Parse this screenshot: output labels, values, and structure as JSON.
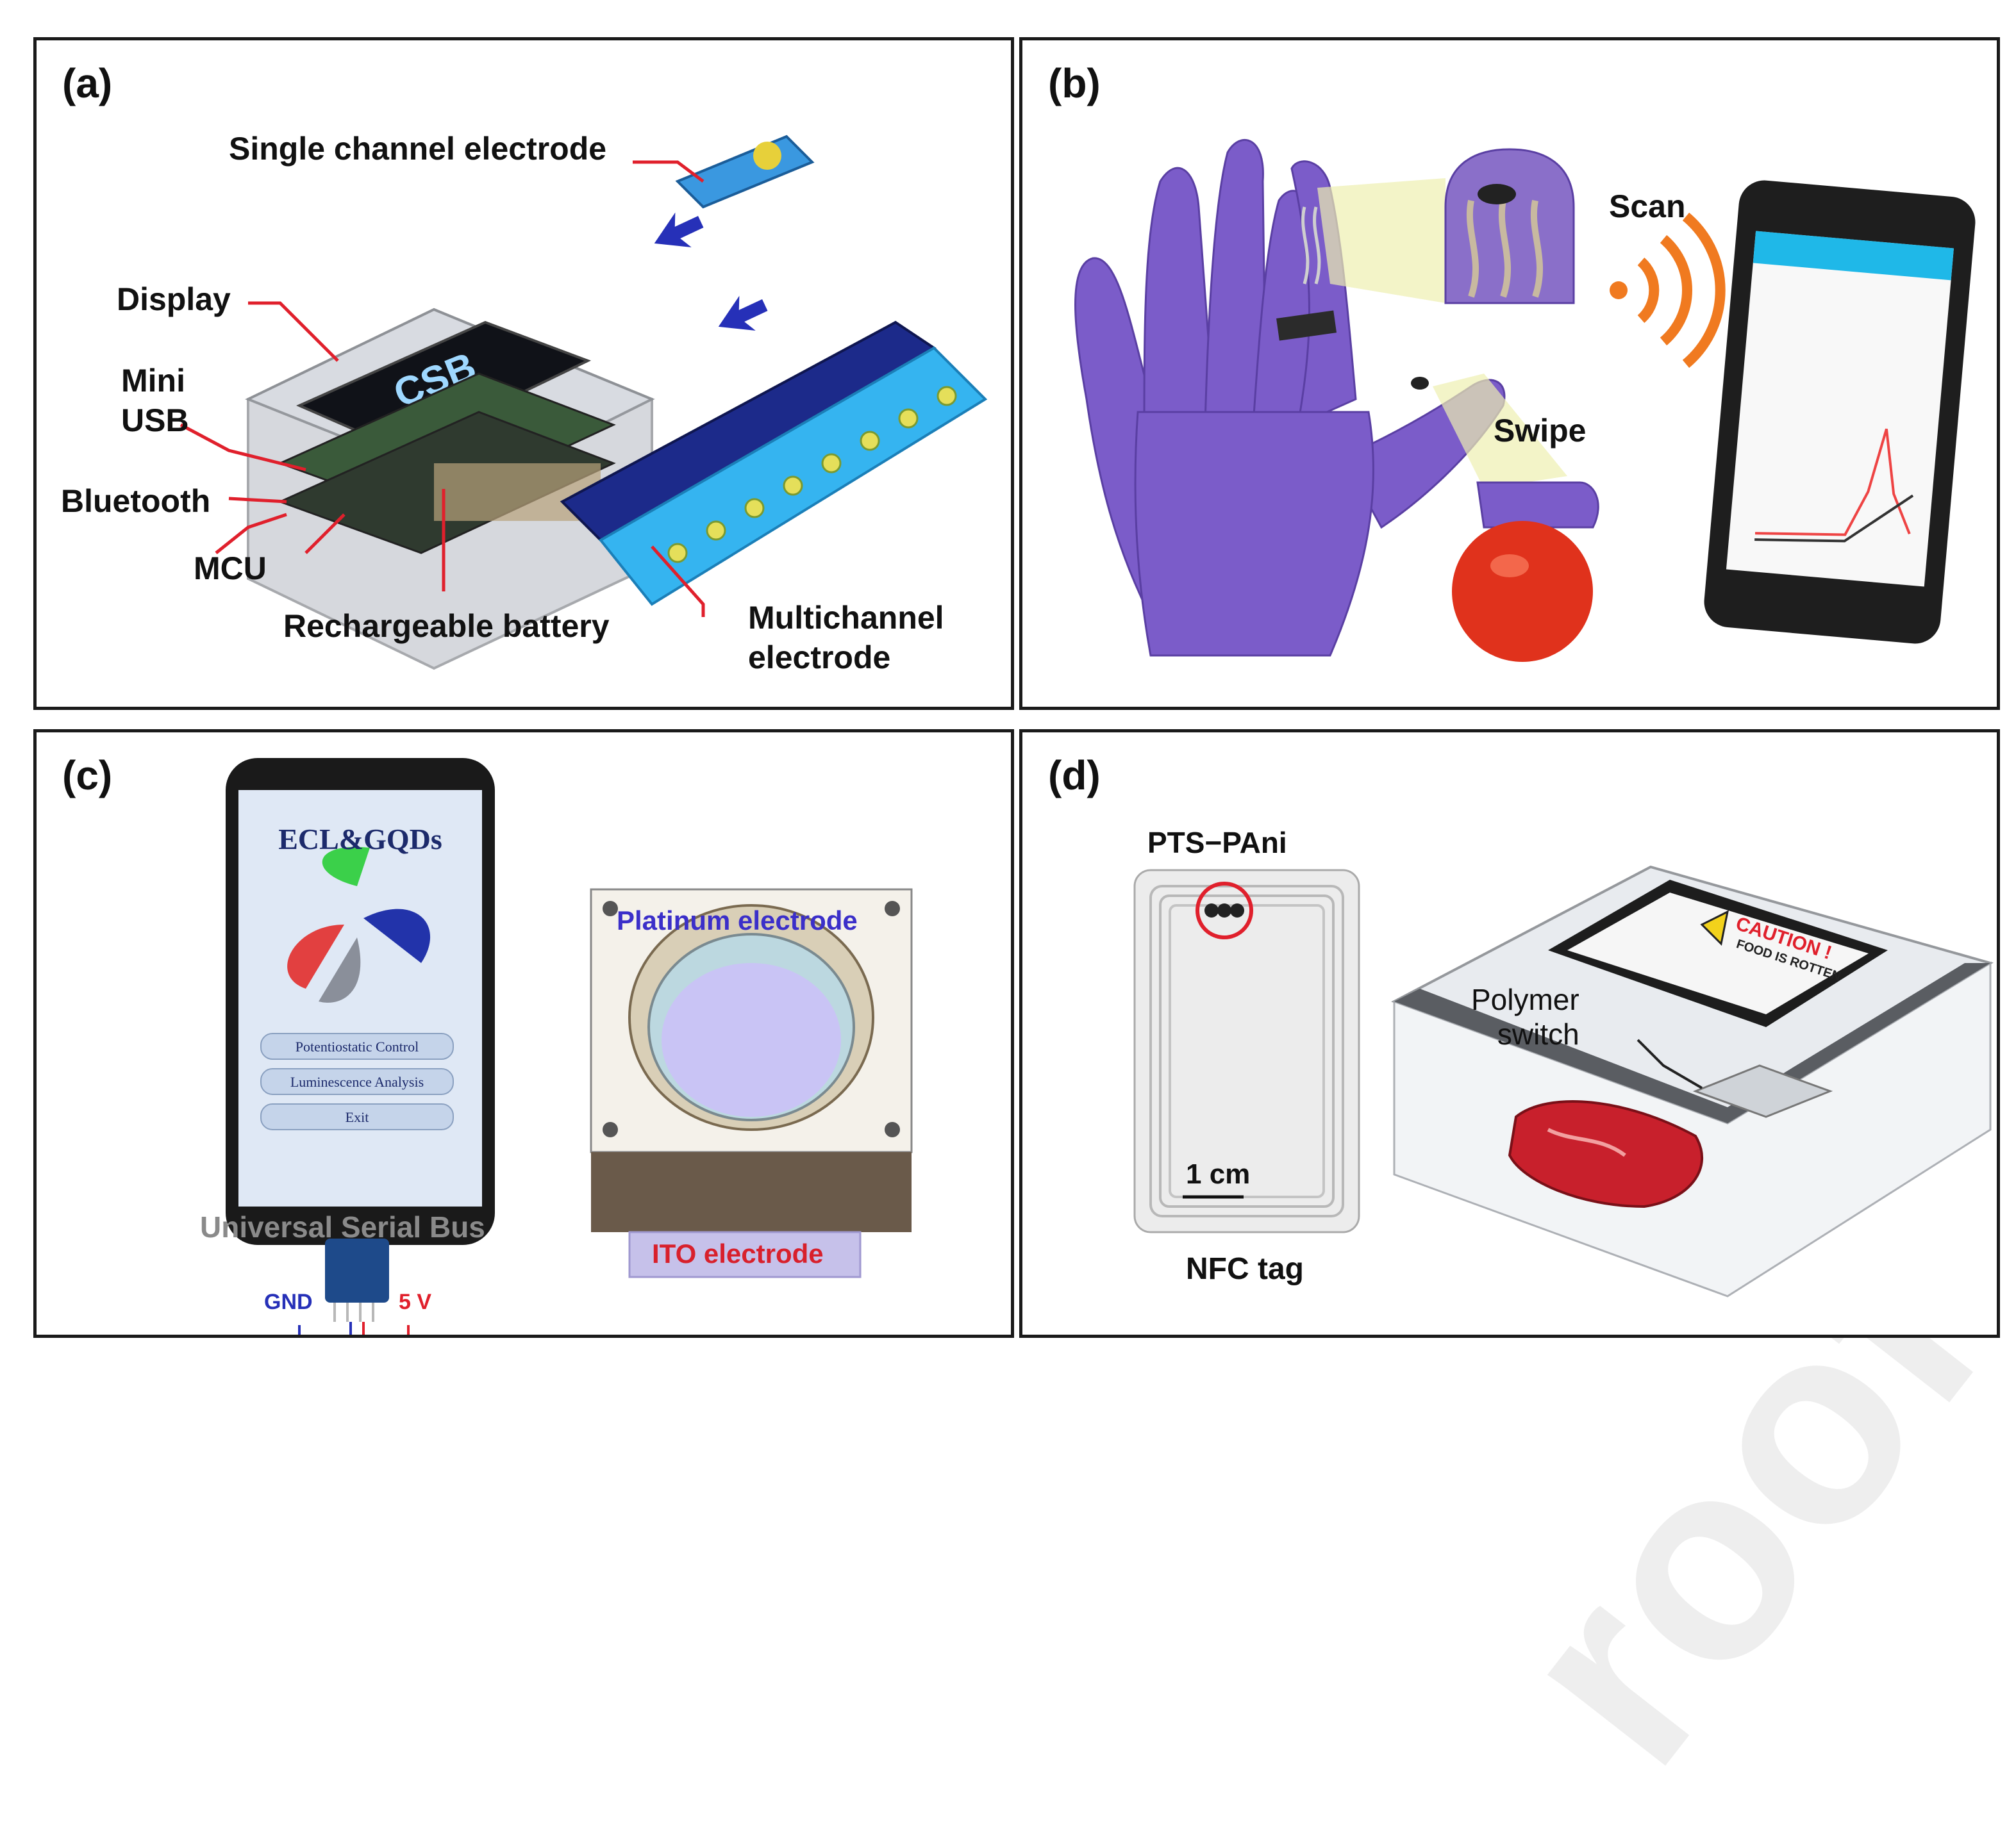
{
  "panels": {
    "a": {
      "label": "(a)",
      "single_channel_electrode": "Single channel electrode",
      "display": "Display",
      "mini_usb_line1": "Mini",
      "mini_usb_line2": "USB",
      "bluetooth": "Bluetooth",
      "mcu": "MCU",
      "rechargeable_battery": "Rechargeable battery",
      "multichannel_line1": "Multichannel",
      "multichannel_line2": "electrode",
      "screen_text": "CSB"
    },
    "b": {
      "label": "(b)",
      "scan": "Scan",
      "swipe": "Swipe"
    },
    "c": {
      "label": "(c)",
      "app_title": "ECL&GQDs",
      "btn_potentiostatic": "Potentiostatic Control",
      "btn_luminescence": "Luminescence Analysis",
      "btn_exit": "Exit",
      "universal_serial_bus": "Universal Serial Bus",
      "gnd": "GND",
      "five_v": "5 V",
      "platinum_electrode": "Platinum electrode",
      "ito_electrode": "ITO electrode"
    },
    "d": {
      "label": "(d)",
      "pts_pani": "PTS−PAni",
      "scale": "1 cm",
      "nfc_tag": "NFC tag",
      "polymer_line1": "Polymer",
      "polymer_line2": "switch",
      "caution": "CAUTION !",
      "food_rotten": "FOOD IS ROTTEN"
    }
  },
  "watermark": "roof",
  "colors": {
    "glove": "#7b5cc9",
    "callout_red": "#e0202c",
    "arrow_blue": "#2630b8",
    "electrode_blue": "#2aa3e8",
    "tomato": "#e0321c",
    "wifi": "#f07a20",
    "platinum_text": "#3b2fc9",
    "ito_text": "#d8202c"
  }
}
